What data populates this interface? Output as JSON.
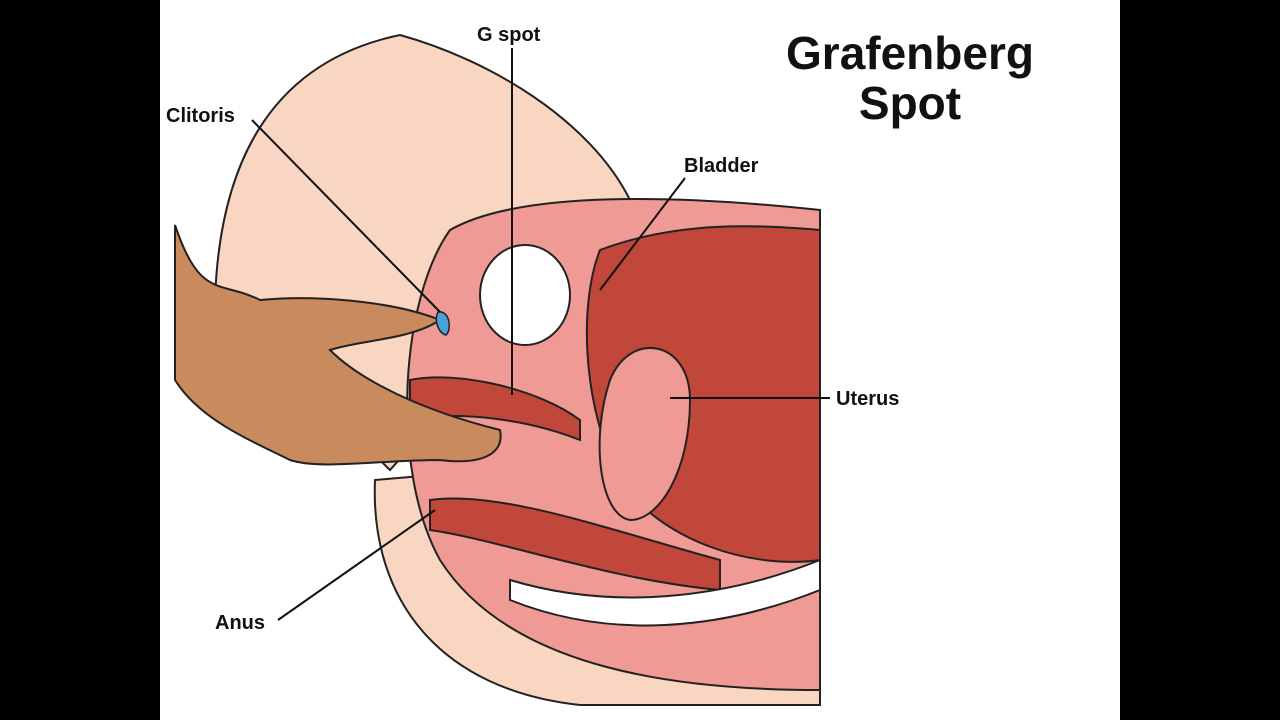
{
  "title": {
    "line1": "Grafenberg",
    "line2": "Spot"
  },
  "labels": {
    "g_spot": "G spot",
    "clitoris": "Clitoris",
    "bladder": "Bladder",
    "uterus": "Uterus",
    "anus": "Anus"
  },
  "colors": {
    "skin": "#f9d6c2",
    "tissue": "#ef9a94",
    "uterus": "#c2473b",
    "hand": "#c98a5e",
    "clitoris": "#4aa3d8"
  }
}
